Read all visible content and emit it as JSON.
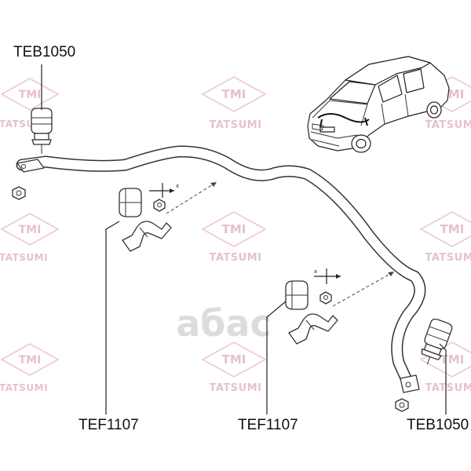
{
  "watermark": {
    "logo_text": "TMI",
    "brand_text": "TATSUMI",
    "center_logo_text": "aбас"
  },
  "labels": {
    "top_left": "TEB1050",
    "bottom_left": "TEF1107",
    "bottom_middle": "TEF1107",
    "bottom_right": "TEB1050"
  },
  "colors": {
    "watermark": "#e6c2c8",
    "line": "#333333"
  }
}
